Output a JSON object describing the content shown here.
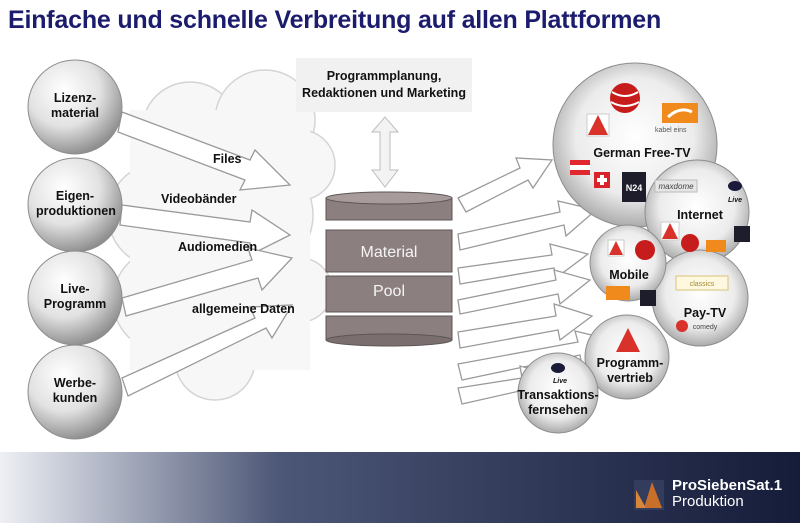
{
  "title": "Einfache und schnelle Verbreitung auf allen Plattformen",
  "sources": [
    {
      "line1": "Lizenz-",
      "line2": "material"
    },
    {
      "line1": "Eigen-",
      "line2": "produktionen"
    },
    {
      "line1": "Live-",
      "line2": "Programm"
    },
    {
      "line1": "Werbe-",
      "line2": "kunden"
    }
  ],
  "flows": [
    "Files",
    "Videobänder",
    "Audiomedien",
    "allgemeine Daten"
  ],
  "planning": {
    "line1": "Programmplanung,",
    "line2": "Redaktionen und Marketing"
  },
  "pool": {
    "line1": "Material",
    "line2": "Pool"
  },
  "targets": {
    "free_tv": "German Free-TV",
    "internet": "Internet",
    "mobile": "Mobile",
    "pay_tv": "Pay-TV",
    "vertrieb_line1": "Programm-",
    "vertrieb_line2": "vertrieb",
    "transaktion_line1": "Transaktions-",
    "transaktion_line2": "fernsehen"
  },
  "logos": {
    "kabel": "kabel eins",
    "n24": "N24",
    "maxdome": "maxdome",
    "live": "Live",
    "classics": "classics",
    "comedy": "comedy"
  },
  "brand": {
    "line1": "ProSiebenSat.1",
    "line2": "Produktion"
  },
  "colors": {
    "title": "#1c1c6e",
    "footer": "#1b2447",
    "pool": "#8c7f7f",
    "prosieben": "#d8322a",
    "sat1": "#c71c1c",
    "kabel": "#f08a1c"
  }
}
